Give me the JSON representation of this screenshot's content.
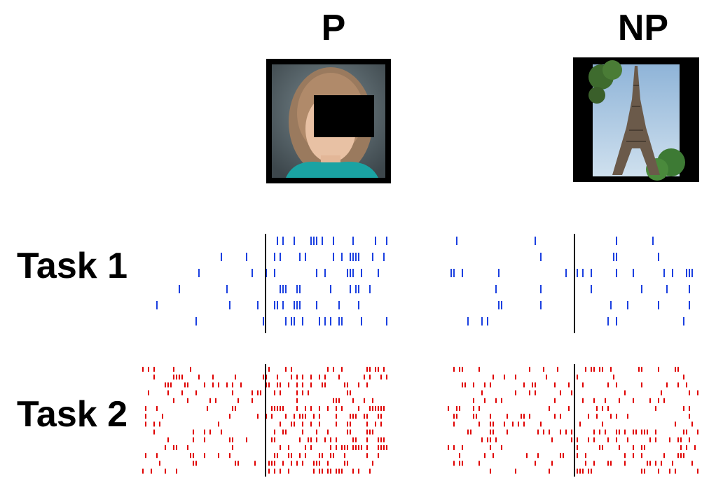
{
  "columns": [
    {
      "label": "P",
      "stimulus": "face-photo-with-redaction-box"
    },
    {
      "label": "NP",
      "stimulus": "eiffel-tower-photo"
    }
  ],
  "rows": [
    {
      "label": "Task 1",
      "color": "#1a3fe0"
    },
    {
      "label": "Task 2",
      "color": "#e00000"
    }
  ],
  "colors": {
    "task1": "#1a3fe0",
    "task2": "#e00000",
    "onset_line": "#000000"
  }
}
